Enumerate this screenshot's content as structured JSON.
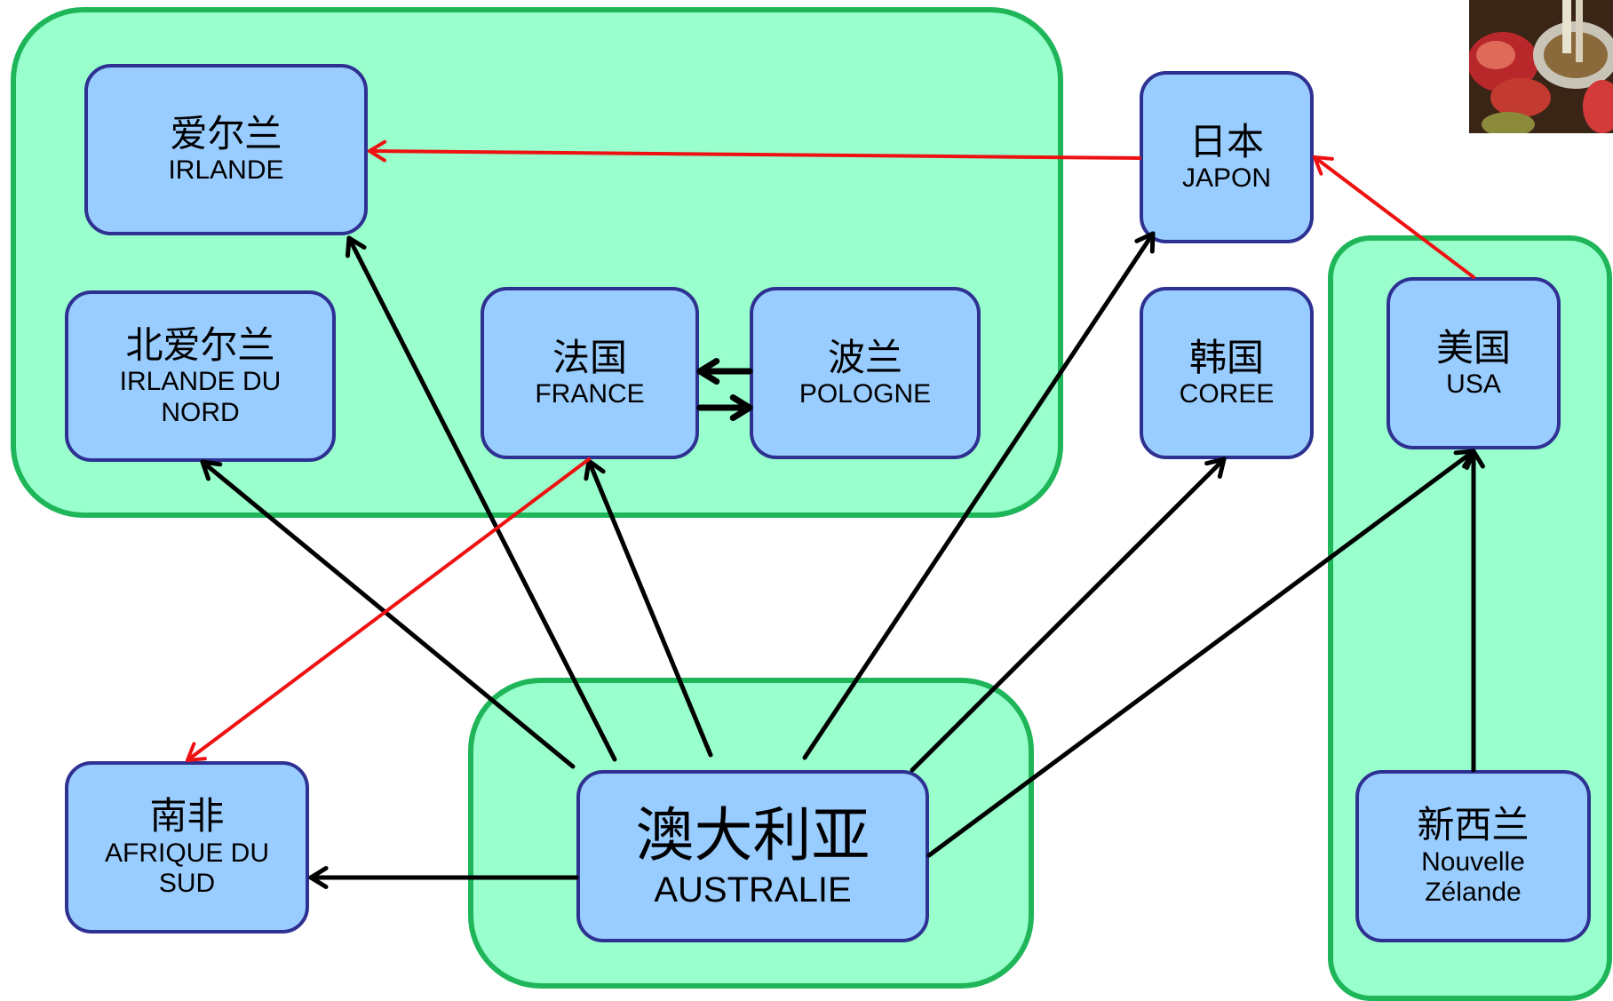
{
  "colors": {
    "group_fill": "#99ffcc",
    "group_border": "#1fb65a",
    "node_fill": "#99ccff",
    "node_border": "#2e3192",
    "arrow_black": "#000000",
    "arrow_red": "#ee1111"
  },
  "nodes": {
    "irlande": {
      "zh": "爱尔兰",
      "fr": "IRLANDE"
    },
    "nord": {
      "zh": "北爱尔兰",
      "fr1": "IRLANDE DU",
      "fr2": "NORD"
    },
    "france": {
      "zh": "法国",
      "fr": "FRANCE"
    },
    "pologne": {
      "zh": "波兰",
      "fr": "POLOGNE"
    },
    "japon": {
      "zh": "日本",
      "fr": "JAPON"
    },
    "coree": {
      "zh": "韩国",
      "fr": "COREE"
    },
    "usa": {
      "zh": "美国",
      "fr": "USA"
    },
    "sud": {
      "zh": "南非",
      "fr1": "AFRIQUE DU",
      "fr2": "SUD"
    },
    "australie": {
      "zh": "澳大利亚",
      "fr": "AUSTRALIE"
    },
    "nz": {
      "zh": "新西兰",
      "fr1": "Nouvelle",
      "fr2": "Zélande"
    }
  },
  "edges": [
    {
      "from": "australie",
      "to": "irlande",
      "color": "black"
    },
    {
      "from": "australie",
      "to": "nord",
      "color": "black"
    },
    {
      "from": "australie",
      "to": "france",
      "color": "black"
    },
    {
      "from": "australie",
      "to": "japon",
      "color": "black"
    },
    {
      "from": "australie",
      "to": "coree",
      "color": "black"
    },
    {
      "from": "australie",
      "to": "usa",
      "color": "black"
    },
    {
      "from": "australie",
      "to": "sud",
      "color": "black"
    },
    {
      "from": "nz",
      "to": "usa",
      "color": "black"
    },
    {
      "from": "pologne",
      "to": "france",
      "color": "black"
    },
    {
      "from": "france",
      "to": "pologne",
      "color": "black"
    },
    {
      "from": "japon",
      "to": "irlande",
      "color": "red"
    },
    {
      "from": "usa",
      "to": "japon",
      "color": "red"
    },
    {
      "from": "france",
      "to": "sud",
      "color": "red"
    }
  ],
  "photo": {
    "icon": "hotpot-food-photo-icon"
  }
}
